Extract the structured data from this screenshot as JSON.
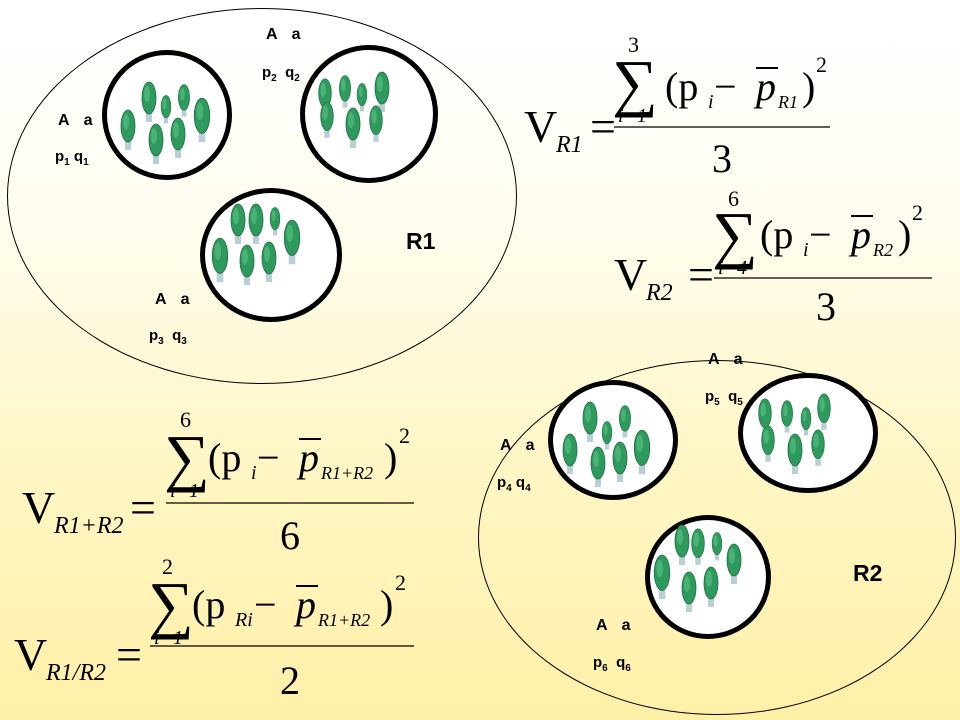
{
  "regions": [
    {
      "label": "R1"
    },
    {
      "label": "R2"
    }
  ],
  "populations": [
    {
      "allele_A": "A",
      "allele_a": "a",
      "p": "p",
      "p_sub": "1",
      "q": "q",
      "q_sub": "1"
    },
    {
      "allele_A": "A",
      "allele_a": "a",
      "p": "p",
      "p_sub": "2",
      "q": "q",
      "q_sub": "2"
    },
    {
      "allele_A": "A",
      "allele_a": "a",
      "p": "p",
      "p_sub": "3",
      "q": "q",
      "q_sub": "3"
    },
    {
      "allele_A": "A",
      "allele_a": "a",
      "p": "p",
      "p_sub": "4",
      "q": "q",
      "q_sub": "4"
    },
    {
      "allele_A": "A",
      "allele_a": "a",
      "p": "p",
      "p_sub": "5",
      "q": "q",
      "q_sub": "5"
    },
    {
      "allele_A": "A",
      "allele_a": "a",
      "p": "p",
      "p_sub": "6",
      "q": "q",
      "q_sub": "6"
    }
  ],
  "formulas": {
    "vr1": {
      "lhs": "V",
      "lhs_sub": "R1",
      "upper": "3",
      "lower": "i=1",
      "term": "(p",
      "term_sub": "i",
      "minus": " − ",
      "pbar": "p",
      "pbar_sub": "R1",
      "close": ")",
      "exp": "2",
      "denominator": "3"
    },
    "vr2": {
      "lhs": "V",
      "lhs_sub": "R2",
      "upper": "6",
      "lower": "i=4",
      "term": "(p",
      "term_sub": "i",
      "minus": " − ",
      "pbar": "p",
      "pbar_sub": "R2",
      "close": ")",
      "exp": "2",
      "denominator": "3"
    },
    "vr1r2": {
      "lhs": "V",
      "lhs_sub": "R1+R2",
      "upper": "6",
      "lower": "i=1",
      "term": "(p",
      "term_sub": "i",
      "minus": " − ",
      "pbar": "p",
      "pbar_sub": "R1+R2",
      "close": ")",
      "exp": "2",
      "denominator": "6"
    },
    "vr1slashr2": {
      "lhs": "V",
      "lhs_sub": "R1/R2",
      "upper": "2",
      "lower": "i=1",
      "term": "(p",
      "term_sub": "Ri",
      "minus": " − ",
      "pbar": "p",
      "pbar_sub": "R1+R2",
      "close": ")",
      "exp": "2",
      "denominator": "2"
    }
  },
  "colors": {
    "tree_foliage": "#2e9a5e",
    "tree_trunk": "#b9cfd8",
    "line": "#000000"
  }
}
